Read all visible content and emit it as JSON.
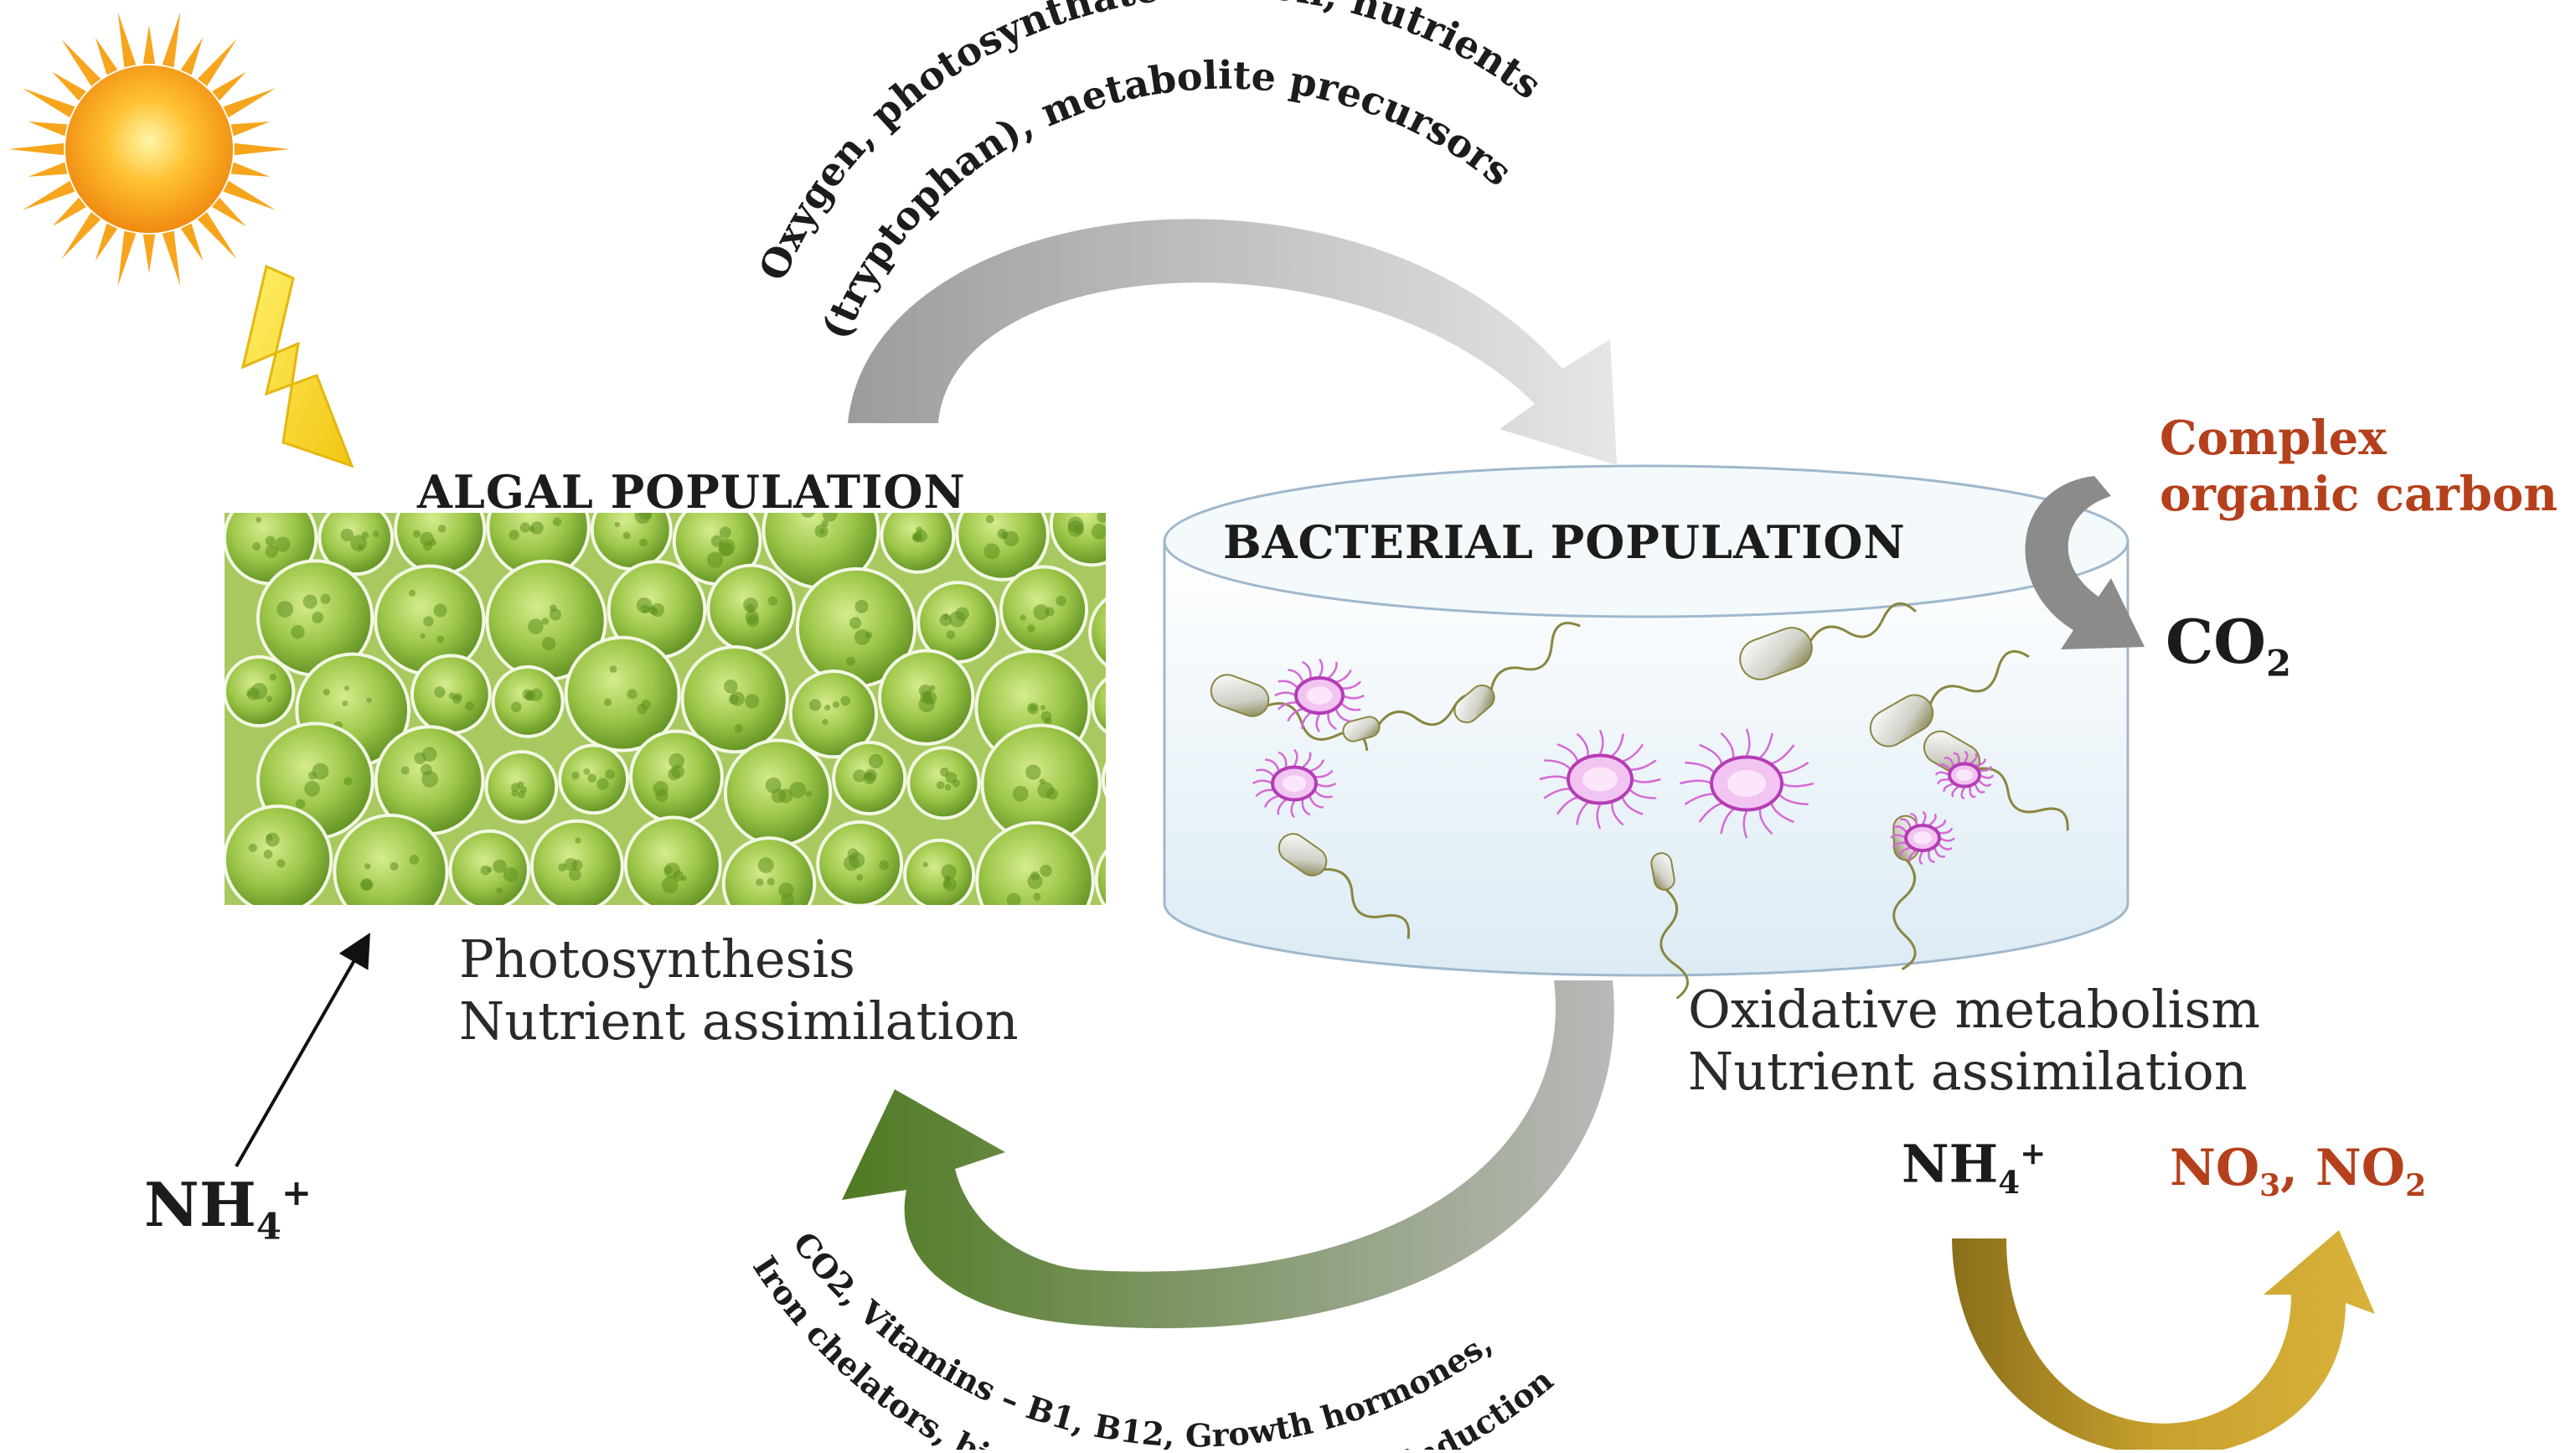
{
  "top_flow": {
    "line1": "Oxygen, photosynthate carbon, nutrients",
    "line2": "(tryptophan), metabolite precursors"
  },
  "bottom_flow": {
    "line1": "CO2, Vitamins – B1, B12, Growth hormones,",
    "line2": "Iron chelators, biofilm/granule formation induction"
  },
  "algal": {
    "title": "ALGAL POPULATION",
    "process1": "Photosynthesis",
    "process2": "Nutrient assimilation"
  },
  "bacterial": {
    "title": "BACTERIAL POPULATION",
    "process1": "Oxidative metabolism",
    "process2": "Nutrient assimilation"
  },
  "carbon": {
    "line1": "Complex",
    "line2": "organic carbon",
    "product_base": "CO",
    "product_sub": "2"
  },
  "nh4_left": {
    "base": "NH",
    "sub": "4",
    "sup": "+"
  },
  "nitrification": {
    "nh4_base": "NH",
    "nh4_sub": "4",
    "nh4_sup": "+",
    "no3_base": "NO",
    "no3_sub": "3",
    "sep": ", ",
    "no2_base": "NO",
    "no2_sub": "2"
  },
  "colors": {
    "algae_green": "#8cb93c",
    "bacteria_magenta": "#c84fc8",
    "text_red": "#b5401c",
    "gray_arrow": "#9a9a9a",
    "green_arrow": "#4f7a22",
    "gold_arrow": "#a98a22"
  }
}
